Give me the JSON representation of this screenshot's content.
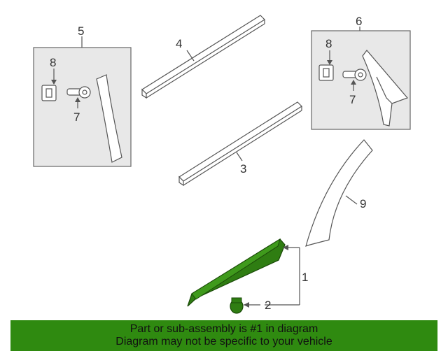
{
  "diagram": {
    "callouts": {
      "c1": "1",
      "c2": "2",
      "c3": "3",
      "c4": "4",
      "c5": "5",
      "c6": "6",
      "c7a": "7",
      "c7b": "7",
      "c8a": "8",
      "c8b": "8",
      "c9": "9"
    },
    "highlight_color": "#2f7d12"
  },
  "banner": {
    "line1": "Part or sub-assembly is #1 in diagram",
    "line2": "Diagram may not be specific to your vehicle",
    "color": "#2f8a10"
  }
}
